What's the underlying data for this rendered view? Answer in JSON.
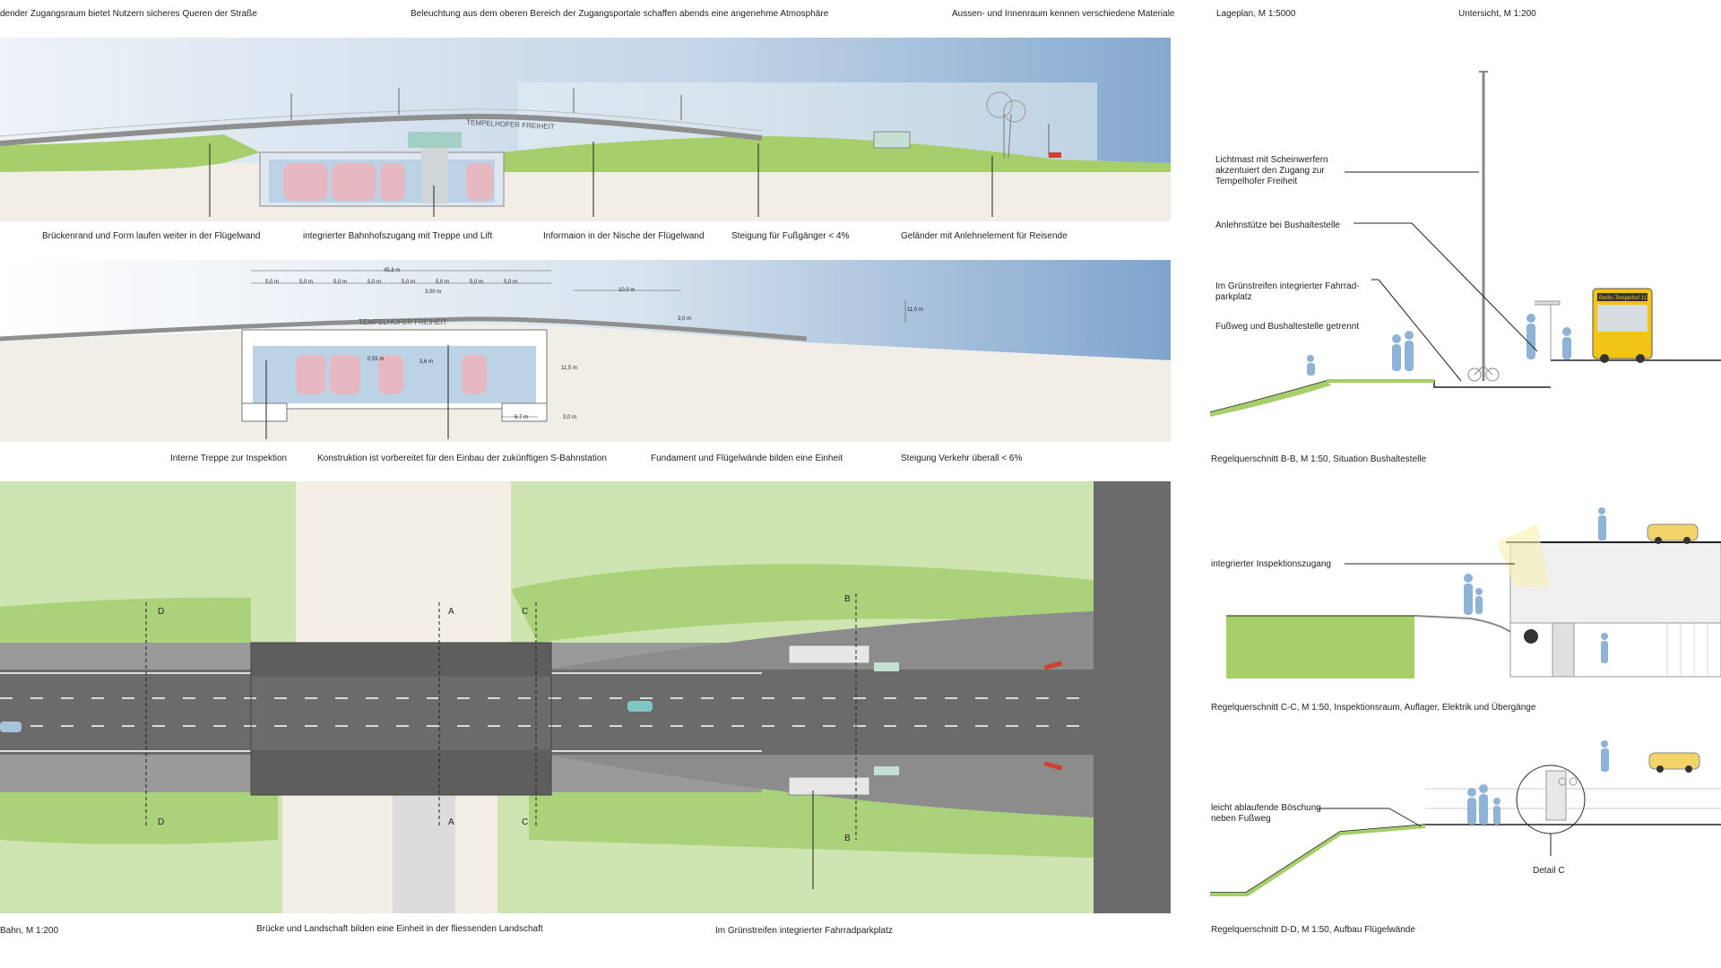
{
  "header": {
    "left": "dender Zugangsraum bietet Nutzern sicheres Queren der Straße",
    "center": "Beleuchtung aus dem oberen Bereich der Zugangsportale schaffen abends eine angenehme Atmosphäre",
    "right": "Aussen- und Innenraum kennen verschiedene Materiale",
    "lageplan": "Lageplan, M 1:5000",
    "untersicht": "Untersicht, M 1:200"
  },
  "elevation": {
    "sign_text": "TEMPELHOFER FREIHEIT",
    "labels": [
      "Brückenrand und Form laufen weiter in der Flügelwand",
      "integrierter Bahnhofszugang mit Treppe und Lift",
      "Informaion in der Nische der Flügelwand",
      "Steigung für Fußgänger < 4%",
      "Geländer mit Anlehnelement für Reisende"
    ]
  },
  "section": {
    "sign_text": "TEMPELHOFER FREIHEIT",
    "dims": [
      "45,8 m",
      "5,0 m",
      "5,0 m",
      "5,0 m",
      "5,0 m",
      "5,0 m",
      "5,0 m",
      "5,0 m",
      "5,0 m",
      "3,00 m",
      "10,0 m",
      "3,0 m",
      "11,0 m",
      "3,6 m",
      "0,55 m",
      "11,5 m",
      "6,7 m",
      "3,0 m"
    ],
    "labels": [
      "Interne Treppe zur Inspektion",
      "Konstruktion ist vorbereitet für den Einbau der zukünftigen S-Bahnstation",
      "Fundament und Flügelwände bilden eine Einheit",
      "Steigung Verkehr überall < 6%"
    ]
  },
  "plan": {
    "markers": [
      "D",
      "A",
      "C",
      "B",
      "D",
      "A",
      "C",
      "B"
    ],
    "caption_left": "Bahn, M 1:200",
    "caption_center": "Brücke und Landschaft bilden eine Einheit in der fliessenden Landschaft",
    "caption_right": "Im Grünstreifen integrierter Fahrradparkplatz"
  },
  "detail_bb": {
    "bus_sign": "Berlin-Tempelhof 111",
    "labels": [
      "Lichtmast mit Scheinwerfern akzentuiert den Zugang zur Tempelhofer Freiheit",
      "Anlehnstütze bei Bushaltestelle",
      "Im Grünstreifen integrierter Fahrrad-parkplatz",
      "Fußweg und Bushaltestelle getrennt"
    ],
    "caption": "Regelquerschnitt B-B, M 1:50, Situation Bushaltestelle"
  },
  "detail_cc": {
    "label": "integrierter Inspektionszugang",
    "caption": "Regelquerschnitt C-C, M 1:50, Inspektionsraum, Auflager, Elektrik und Übergänge"
  },
  "detail_dd": {
    "label": "leicht ablaufende Böschung neben Fußweg",
    "detail_label": "Detail C",
    "caption": "Regelquerschnitt D-D, M 1:50, Aufbau Flügelwände"
  },
  "colors": {
    "grass": "#a6cf6c",
    "light_green": "#d8ebc3",
    "road": "#6b6b6b",
    "ground": "#f1eee8",
    "sky": "#a8c3de",
    "figure": "#8fb3d6"
  }
}
